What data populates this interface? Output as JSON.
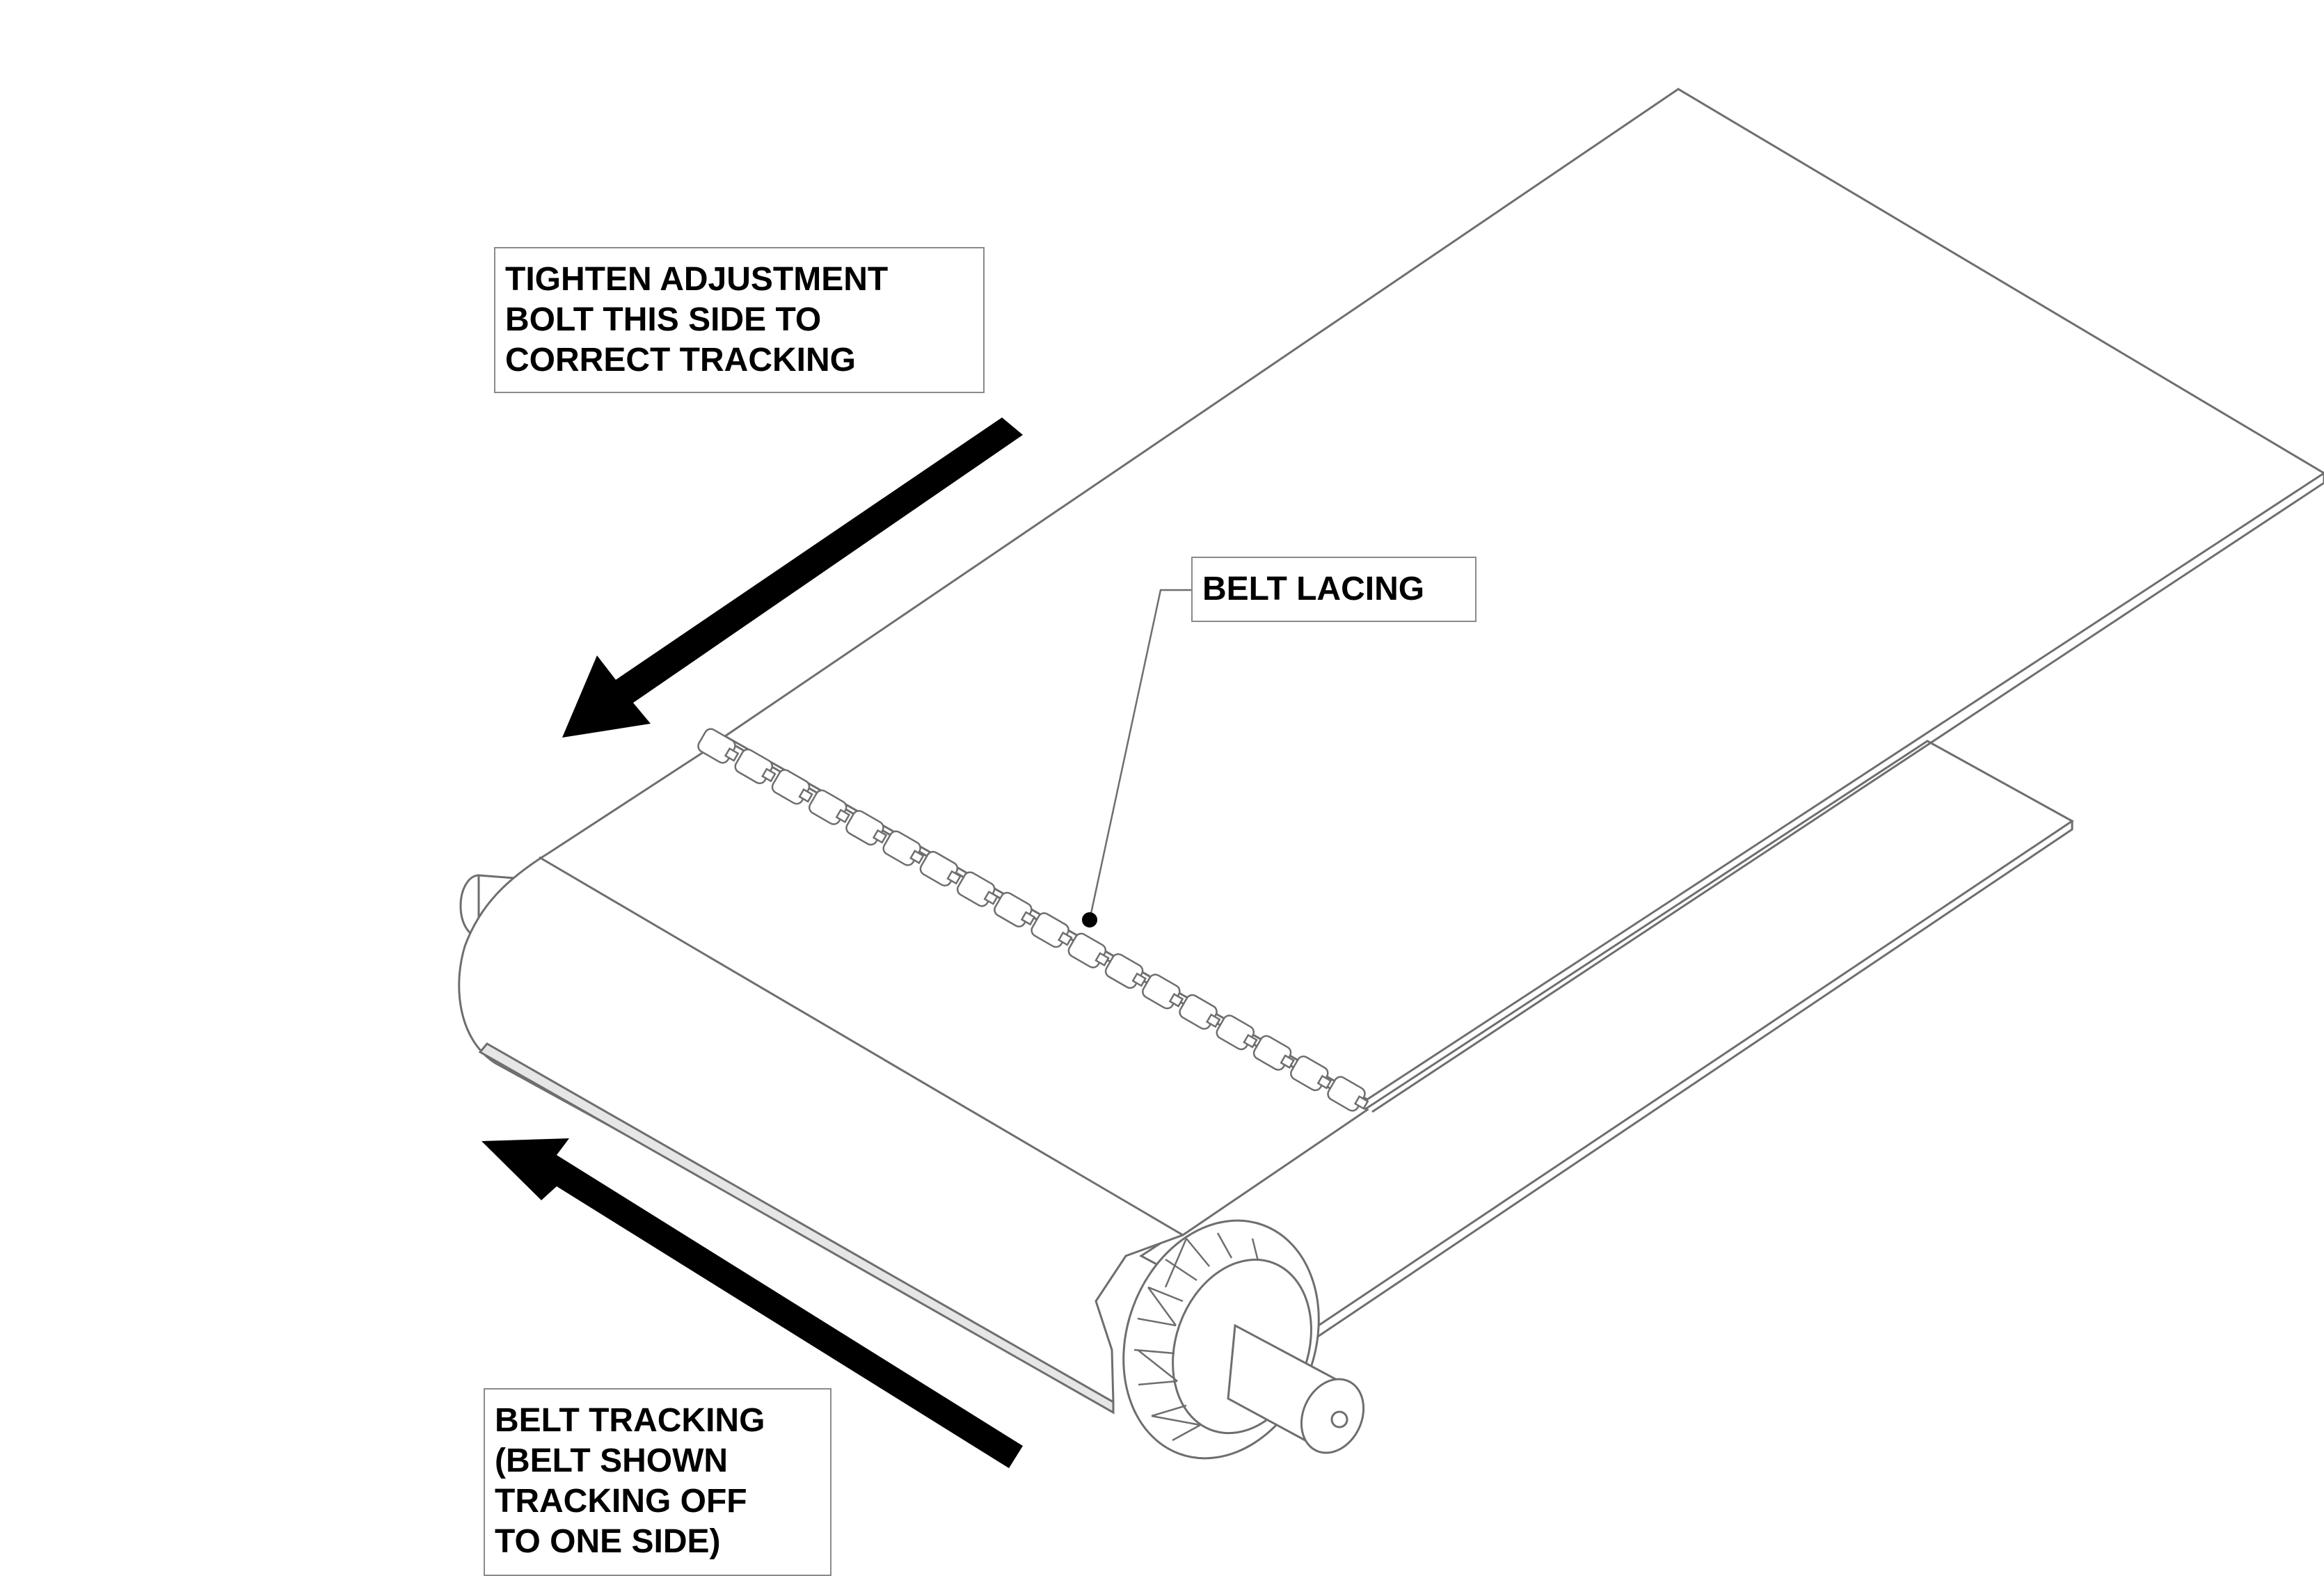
{
  "callouts": {
    "tighten": {
      "lines": [
        "TIGHTEN ADJUSTMENT",
        "BOLT THIS SIDE TO",
        "CORRECT TRACKING"
      ]
    },
    "lacing": {
      "lines": [
        "BELT LACING"
      ]
    },
    "tracking": {
      "lines": [
        "BELT TRACKING",
        "(BELT SHOWN",
        "TRACKING OFF",
        "TO ONE SIDE)"
      ]
    }
  },
  "colors": {
    "line": "#6e6e6e",
    "arrow": "#000000",
    "callout_border": "#8a8a8a"
  },
  "lacing_clip_count": 18
}
